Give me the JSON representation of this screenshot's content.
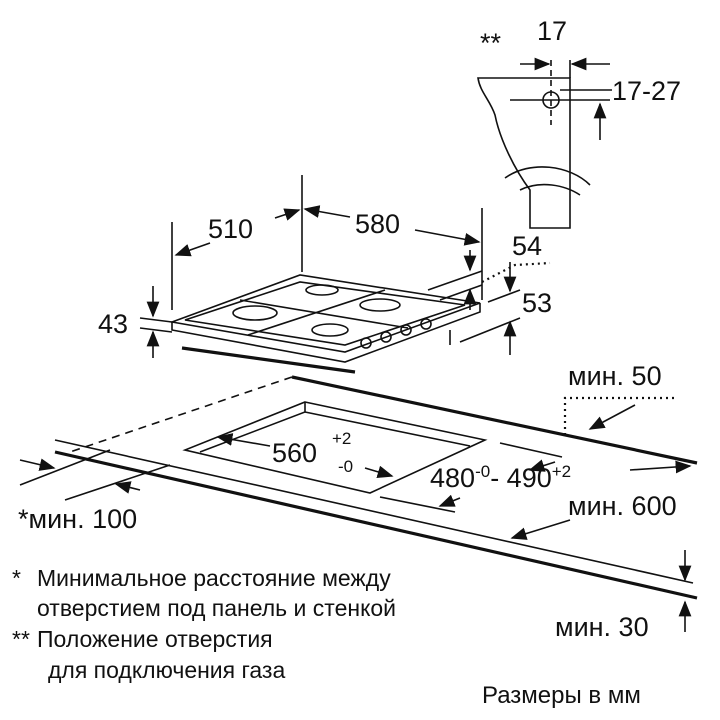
{
  "bracket": {
    "marker": "**",
    "depth": "17",
    "hole": "17-27"
  },
  "hob": {
    "depth": "510",
    "width": "580",
    "rear_height": "54",
    "front_height": "43",
    "gas_height": "53"
  },
  "cutout": {
    "width": "560",
    "width_tol_plus": "+2",
    "width_tol_minus": "-0",
    "depth_min": "480",
    "depth_min_tol": "-0",
    "depth_sep": "- 490",
    "depth_max_tol": "+2"
  },
  "worktop": {
    "wall_gap": "мин. 50",
    "side_gap": "*мин. 100",
    "depth": "мин. 600",
    "thickness": "мин. 30"
  },
  "notes": [
    {
      "marker": "*",
      "line1": "Минимальное расстояние между",
      "line2": "отверстием под панель и стенкой"
    },
    {
      "marker": "**",
      "line1": "Положение отверстия",
      "line2": "для подключения газа"
    }
  ],
  "units": "Размеры в мм"
}
